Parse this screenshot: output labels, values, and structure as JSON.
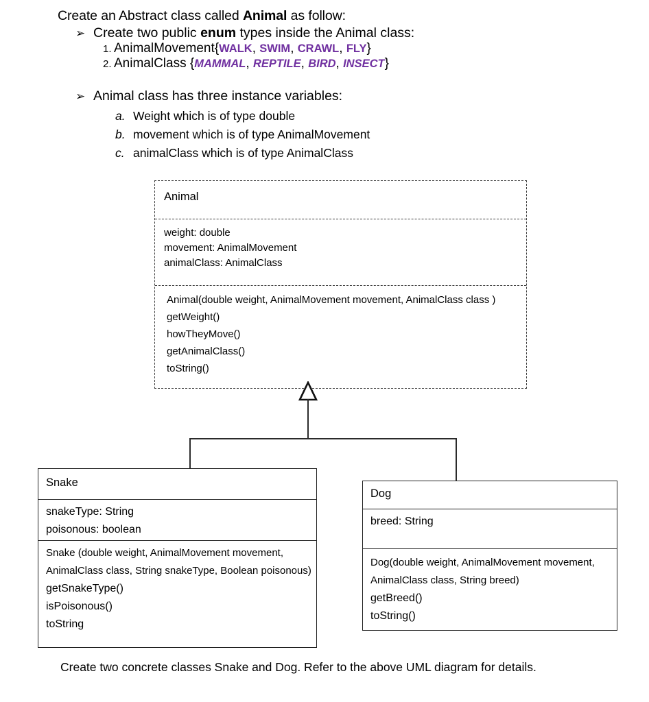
{
  "document": {
    "intro": {
      "prefix": "Create an Abstract class called ",
      "bold": "Animal",
      "suffix": " as follow:"
    },
    "bullets": [
      {
        "marker": "➢",
        "prefix": "Create two public ",
        "bold": "enum",
        "suffix": " types inside the Animal class:"
      },
      {
        "marker": "➢",
        "prefix": "Animal class  has three instance variables:",
        "bold": "",
        "suffix": ""
      }
    ],
    "enums": [
      {
        "number": "1.",
        "name": "AnimalMovement{",
        "constants": [
          "WALK",
          "SWIM",
          "CRAWL",
          "FLY"
        ],
        "close": "}",
        "italic": false
      },
      {
        "number": "2.",
        "name": "AnimalClass {",
        "constants": [
          "MAMMAL",
          "REPTILE",
          "BIRD",
          "INSECT"
        ],
        "close": "}",
        "italic": true
      }
    ],
    "variables": [
      {
        "letter": "a.",
        "text": "Weight which is of type double"
      },
      {
        "letter": "b.",
        "text": "movement which is of type AnimalMovement"
      },
      {
        "letter": "c.",
        "text": "animalClass which is of type AnimalClass"
      }
    ],
    "footer": "Create two concrete classes Snake and Dog. Refer to the above UML diagram for details."
  },
  "uml": {
    "classes": [
      {
        "id": "animal",
        "name": "Animal",
        "border_style": "dashed",
        "attributes": [
          "weight: double",
          "movement: AnimalMovement",
          "animalClass: AnimalClass"
        ],
        "methods": [
          "Animal(double weight, AnimalMovement movement, AnimalClass class )",
          "getWeight()",
          "howTheyMove()",
          "getAnimalClass()",
          "toString()"
        ]
      },
      {
        "id": "snake",
        "name": "Snake",
        "border_style": "solid",
        "attributes": [
          "snakeType: String",
          "poisonous: boolean"
        ],
        "methods": [
          "Snake (double weight, AnimalMovement movement,",
          "AnimalClass class, String snakeType, Boolean poisonous)",
          "getSnakeType()",
          "isPoisonous()",
          "toString"
        ]
      },
      {
        "id": "dog",
        "name": "Dog",
        "border_style": "solid",
        "attributes": [
          "breed: String"
        ],
        "methods": [
          "Dog(double weight, AnimalMovement movement,",
          "AnimalClass class, String breed)",
          "getBreed()",
          "toString()"
        ]
      }
    ],
    "relationship": {
      "type": "generalization",
      "parent": "Animal",
      "children": [
        "Snake",
        "Dog"
      ]
    }
  },
  "colors": {
    "enum_purple": "#7030A0",
    "line": "#2b2b2b",
    "dashed_border": "#3a3a3a",
    "text": "#000000",
    "background": "#ffffff"
  }
}
